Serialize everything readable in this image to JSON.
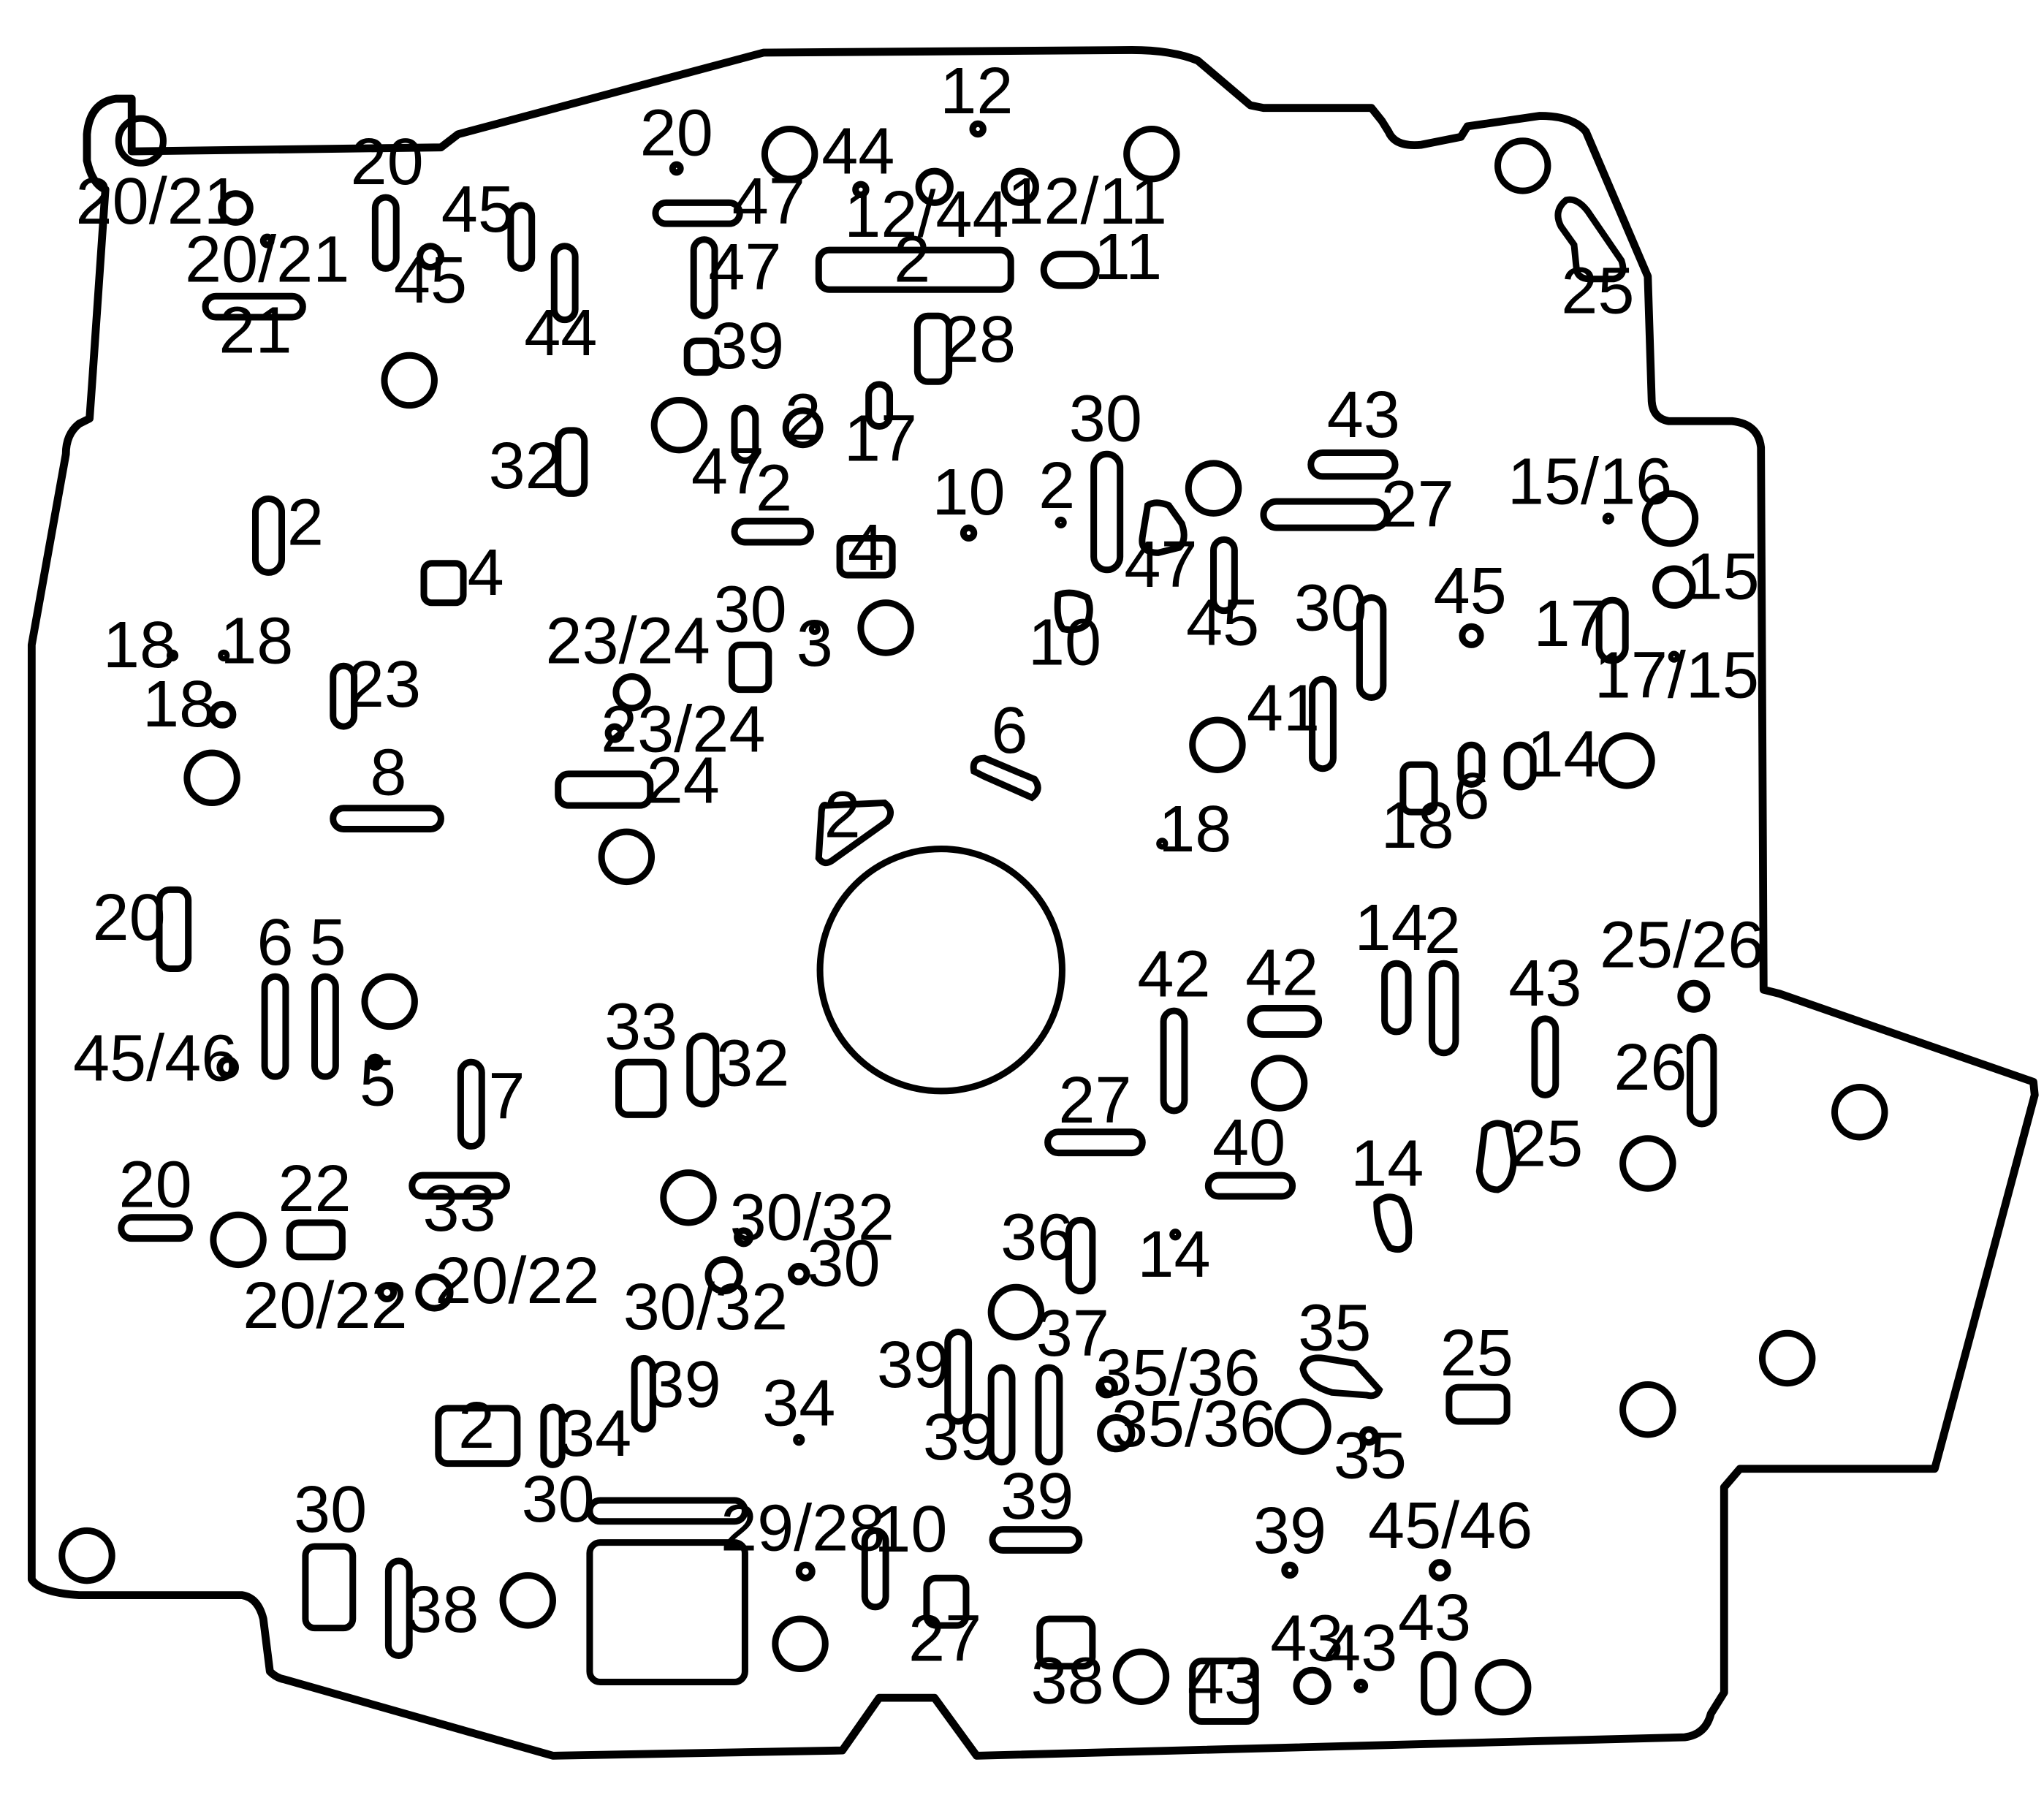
{
  "labels": {
    "l1": "12",
    "l2": "20",
    "l3": "44",
    "l4": "20",
    "l5": "20/21",
    "l6": "47",
    "l7": "12/11",
    "l8": "12/44",
    "l9": "45",
    "l10": "20/21",
    "l11": "2",
    "l12": "11",
    "l13": "47",
    "l14": "45",
    "l15": "25",
    "l16": "21",
    "l17": "44",
    "l18": "39",
    "l19": "28",
    "l20": "17",
    "l21": "30",
    "l22": "43",
    "l23": "32",
    "l24": "47",
    "l25": "2",
    "l26": "10",
    "l27": "2",
    "l28": "27",
    "l29": "15/16",
    "l30": "2",
    "l31": "47",
    "l32": "4",
    "l33": "4",
    "l34": "45",
    "l35": "15",
    "l36": "30",
    "l37": "30",
    "l38": "45",
    "l39": "17",
    "l40": "18",
    "l41": "18",
    "l42": "23/24",
    "l43": "3",
    "l44": "10",
    "l45": "17/15",
    "l46": "23",
    "l47": "18",
    "l48": "41",
    "l49": "23/24",
    "l50": "6",
    "l51": "14",
    "l52": "8",
    "l53": "24",
    "l54": "6",
    "l55": "2",
    "l56": "18",
    "l57": "18",
    "l58": "20",
    "l59": "6",
    "l60": "5",
    "l61": "14",
    "l62": "2",
    "l63": "25/26",
    "l64": "42",
    "l65": "42",
    "l66": "43",
    "l67": "45/46",
    "l68": "5",
    "l69": "33",
    "l70": "32",
    "l71": "26",
    "l72": "7",
    "l73": "27",
    "l74": "25",
    "l75": "40",
    "l76": "20",
    "l77": "22",
    "l78": "14",
    "l79": "33",
    "l80": "30/32",
    "l81": "36",
    "l82": "30",
    "l83": "14",
    "l84": "20/22",
    "l85": "20/22",
    "l86": "30/32",
    "l87": "37",
    "l88": "35",
    "l89": "39",
    "l90": "39",
    "l91": "35/36",
    "l92": "25",
    "l93": "34",
    "l94": "2",
    "l95": "34",
    "l96": "39",
    "l97": "35/36",
    "l98": "35",
    "l99": "30",
    "l100": "39",
    "l101": "30",
    "l102": "29/28",
    "l103": "10",
    "l104": "39",
    "l105": "45/46",
    "l106": "38",
    "l107": "27",
    "l108": "43",
    "l109": "38",
    "l110": "43",
    "l111": "43",
    "l112": "43"
  }
}
